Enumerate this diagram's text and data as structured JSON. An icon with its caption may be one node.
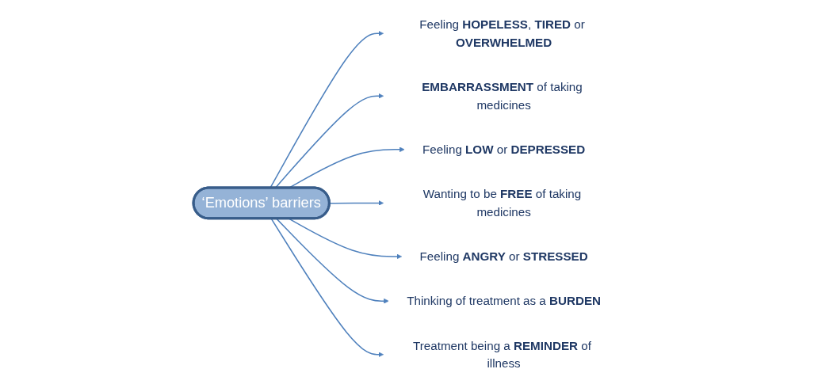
{
  "diagram": {
    "nodes": [
      {
        "text": [
          "Feeling **HOPELESS**, **TIRED** or **OVERWHELMED**"
        ]
      },
      {
        "text": [
          "**EMBARRASSMENT** of taking medicines"
        ]
      },
      {
        "text": [
          "‘Emotions’ barriers"
        ]
      },
      {
        "text": [
          "Feeling **LOW** or **DEPRESSED**"
        ]
      },
      {
        "text": [
          "Wanting to be **FREE** of taking medicines"
        ]
      },
      {
        "text": [
          "Feeling **ANGRY** or **STRESSED**"
        ]
      },
      {
        "text": [
          "Thinking of treatment as a **BURDEN**"
        ]
      },
      {
        "text": [
          "Treatment being a **REMINDER** of illness"
        ]
      }
    ],
    "edges": [
      {
        "from": 2,
        "to": 0,
        "arrow": "to"
      },
      {
        "from": 2,
        "to": 1,
        "arrow": "to"
      },
      {
        "from": 2,
        "to": 3,
        "arrow": "to"
      },
      {
        "from": 2,
        "to": 4,
        "arrow": "to"
      },
      {
        "from": 2,
        "to": 5,
        "arrow": "to"
      },
      {
        "from": 2,
        "to": 6,
        "arrow": "to"
      },
      {
        "from": 2,
        "to": 7,
        "arrow": "to"
      }
    ]
  }
}
